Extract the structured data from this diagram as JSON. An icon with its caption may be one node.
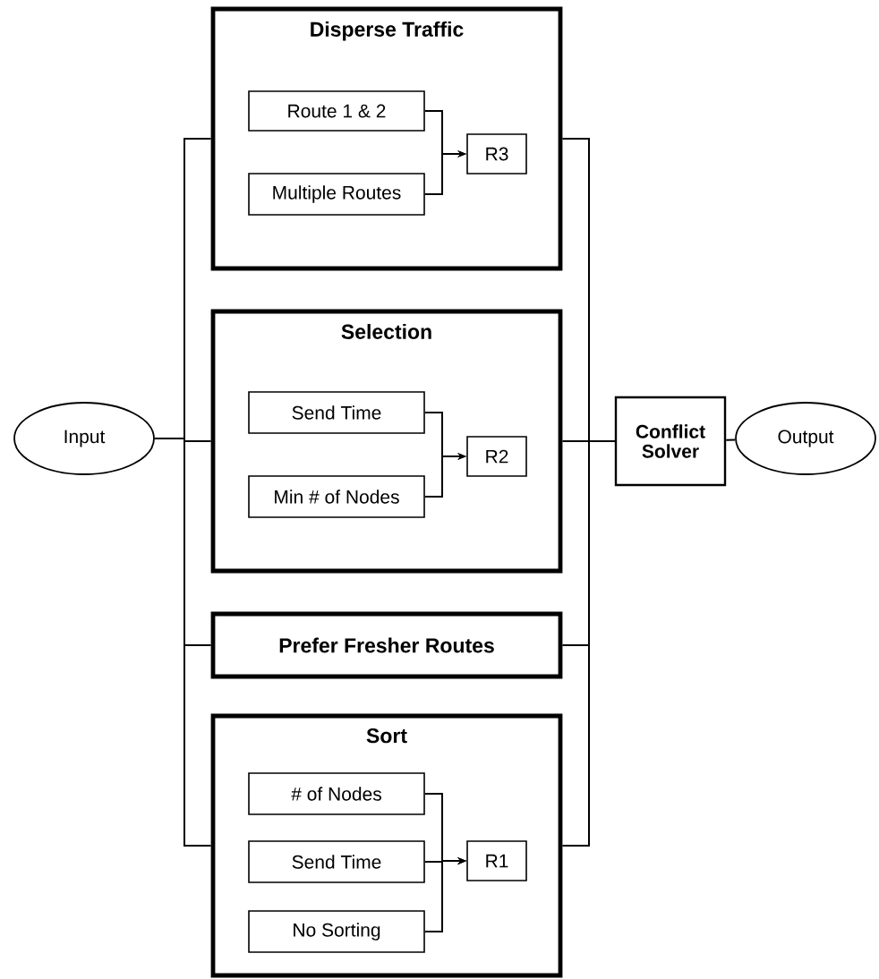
{
  "diagram": {
    "nodes": [
      {
        "text": [
          "Input"
        ]
      },
      {
        "text": [
          "Disperse Traffic"
        ]
      },
      {
        "text": [
          "Route 1 & 2"
        ],
        "in": 1
      },
      {
        "text": [
          "Multiple Routes"
        ],
        "in": 1
      },
      {
        "text": [
          "R3"
        ],
        "in": 1
      },
      {
        "text": [
          "Selection"
        ]
      },
      {
        "text": [
          "Send Time"
        ],
        "in": 5
      },
      {
        "text": [
          "Min # of Nodes"
        ],
        "in": 5
      },
      {
        "text": [
          "R2"
        ],
        "in": 5
      },
      {
        "text": [
          "Prefer Fresher Routes"
        ]
      },
      {
        "text": [
          "Sort"
        ]
      },
      {
        "text": [
          "# of Nodes"
        ],
        "in": 10
      },
      {
        "text": [
          "Send Time"
        ],
        "in": 10
      },
      {
        "text": [
          "No Sorting"
        ],
        "in": 10
      },
      {
        "text": [
          "R1"
        ],
        "in": 10
      },
      {
        "text": [
          "Conflict Solver"
        ]
      },
      {
        "text": [
          "Output"
        ]
      }
    ],
    "edges": [
      {
        "from": 0,
        "to": 1,
        "arrow": "none"
      },
      {
        "from": 0,
        "to": 5,
        "arrow": "none"
      },
      {
        "from": 0,
        "to": 9,
        "arrow": "none"
      },
      {
        "from": 0,
        "to": 10,
        "arrow": "none"
      },
      {
        "from": 2,
        "to": 4,
        "arrow": "to"
      },
      {
        "from": 3,
        "to": 4,
        "arrow": "to"
      },
      {
        "from": 6,
        "to": 8,
        "arrow": "to"
      },
      {
        "from": 7,
        "to": 8,
        "arrow": "to"
      },
      {
        "from": 11,
        "to": 14,
        "arrow": "to"
      },
      {
        "from": 12,
        "to": 14,
        "arrow": "to"
      },
      {
        "from": 13,
        "to": 14,
        "arrow": "to"
      },
      {
        "from": 1,
        "to": 15,
        "arrow": "none"
      },
      {
        "from": 5,
        "to": 15,
        "arrow": "none"
      },
      {
        "from": 9,
        "to": 15,
        "arrow": "none"
      },
      {
        "from": 10,
        "to": 15,
        "arrow": "none"
      },
      {
        "from": 15,
        "to": 16,
        "arrow": "none"
      }
    ]
  }
}
